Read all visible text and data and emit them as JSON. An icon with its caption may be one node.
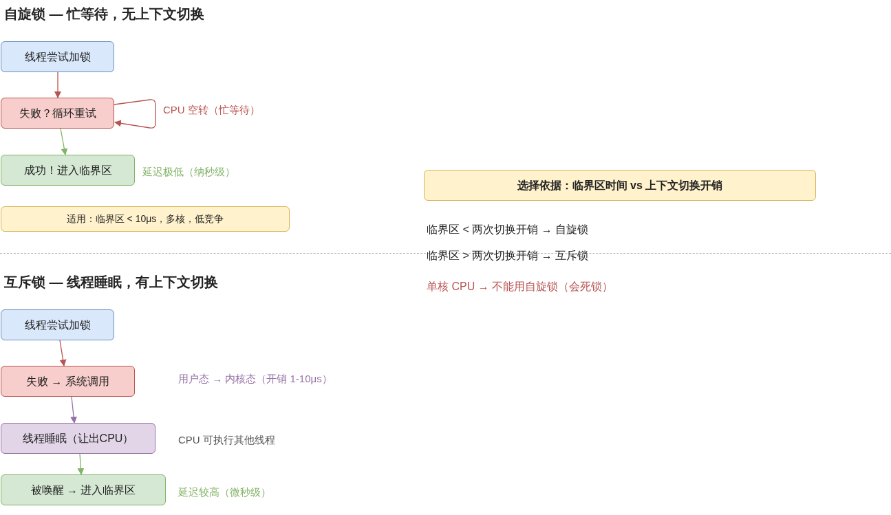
{
  "diagram": {
    "nodes": [
      {
        "text": [
          "线程尝试加锁"
        ]
      },
      {
        "text": [
          "失败？循环重试"
        ]
      },
      {
        "text": [
          "成功！进入临界区"
        ],
        "beside": [
          "延迟极低（纳秒级）"
        ]
      },
      {
        "text": [
          "适用：临界区 < 10μs，多核，低竞争"
        ]
      },
      {
        "text": [
          "选择依据：临界区时间 vs 上下文切换开销"
        ]
      },
      {
        "text": [
          "线程尝试加锁"
        ]
      },
      {
        "text": [
          "失败 → 系统调用"
        ]
      },
      {
        "text": [
          "线程睡眠（让出CPU）"
        ],
        "beside": [
          "CPU 可执行其他线程"
        ]
      },
      {
        "text": [
          "被唤醒 → 进入临界区"
        ],
        "beside": [
          "延迟较高（微秒级）"
        ]
      }
    ],
    "edges": [
      {
        "from": 0,
        "to": 1,
        "arrow": "to",
        "color": "#b85450"
      },
      {
        "from": 1,
        "to": 1,
        "arrow": "to",
        "color": "#b85450"
      },
      {
        "from": 1,
        "to": 2,
        "arrow": "to",
        "color": "#82b366"
      },
      {
        "from": 5,
        "to": 6,
        "arrow": "to",
        "color": "#b85450"
      },
      {
        "from": 6,
        "to": 7,
        "arrow": "to",
        "color": "#9673a6"
      },
      {
        "from": 7,
        "to": 8,
        "arrow": "to",
        "color": "#82b366"
      }
    ],
    "labels": [
      "自旋锁 — 忙等待，无上下文切换",
      "CPU 空转（忙等待）",
      "临界区 < 两次切换开销 → 自旋锁",
      "临界区 > 两次切换开销 → 互斥锁",
      "互斥锁 — 线程睡眠，有上下文切换",
      "单核 CPU → 不能用自旋锁（会死锁）",
      "用户态 → 内核态（开销 1-10μs）"
    ]
  }
}
